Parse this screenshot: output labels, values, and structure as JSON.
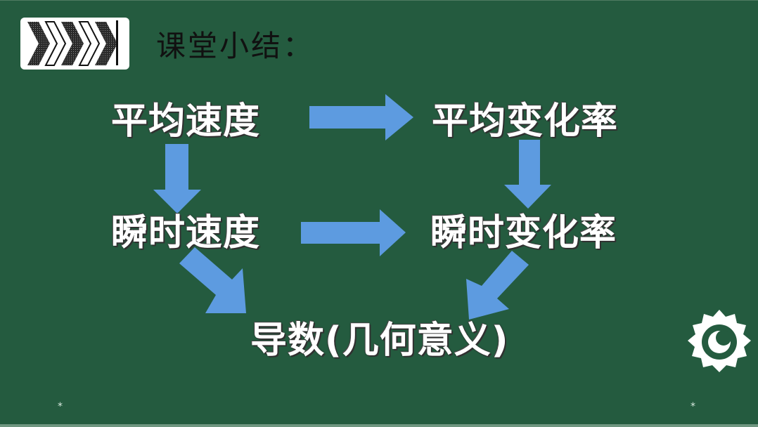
{
  "slide": {
    "title": "课堂小结：",
    "background_color": "#245b3f",
    "arrow_color": "#5d9be0",
    "nodes": {
      "avg_speed": "平均速度",
      "avg_rate": "平均变化率",
      "inst_speed": "瞬时速度",
      "inst_rate": "瞬时变化率",
      "derivative": "导数(几何意义)"
    },
    "arrows": [
      {
        "from": "平均速度",
        "to": "平均变化率",
        "direction": "right"
      },
      {
        "from": "平均速度",
        "to": "瞬时速度",
        "direction": "down"
      },
      {
        "from": "平均变化率",
        "to": "瞬时变化率",
        "direction": "down"
      },
      {
        "from": "瞬时速度",
        "to": "瞬时变化率",
        "direction": "right"
      },
      {
        "from": "瞬时速度",
        "to": "导数(几何意义)",
        "direction": "down-right"
      },
      {
        "from": "瞬时变化率",
        "to": "导数(几何意义)",
        "direction": "down-left"
      }
    ],
    "decorations": {
      "logo_icon": "chevron-arrows-icon",
      "badge_icon": "sun-moon-badge-icon",
      "star_left": "*",
      "star_right": "*"
    }
  }
}
